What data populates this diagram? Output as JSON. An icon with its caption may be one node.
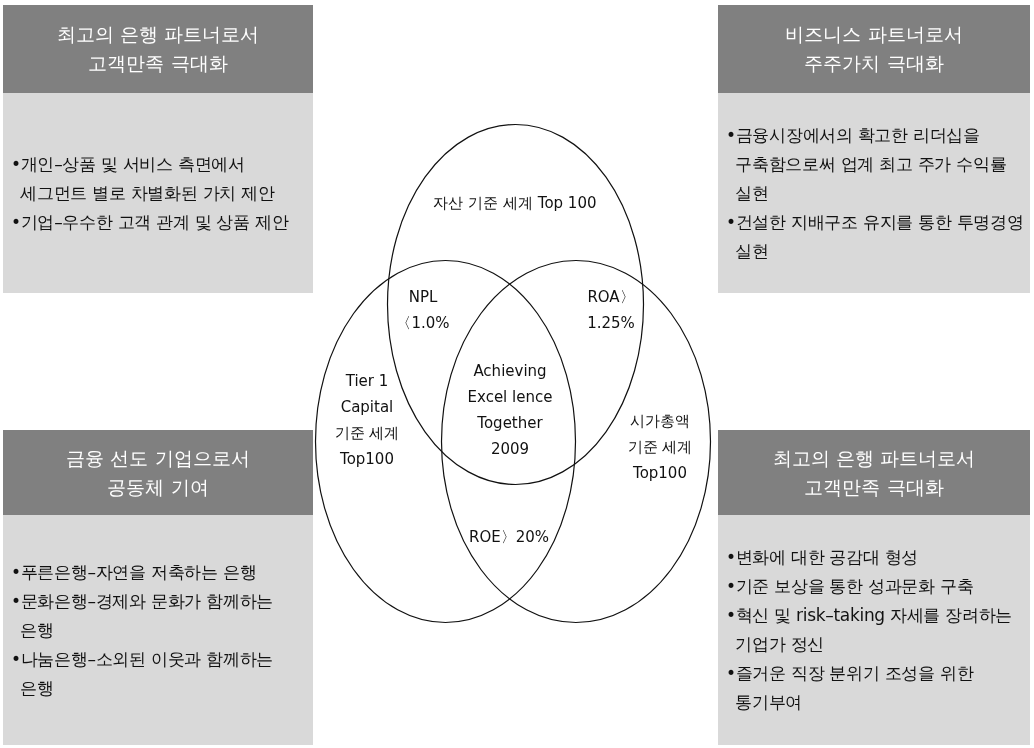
{
  "diagram": {
    "nodes": [
      {
        "text": [
          "최고의 은행 파트너로서 고객만족 극대화",
          "•개인–상품 및 서비스 측면에서 세그먼트 별로 차별화된 가치 제안",
          "•기업–우수한 고객 관계 및 상품 제안"
        ]
      },
      {
        "text": [
          "비즈니스 파트너로서 주주가치 극대화",
          "•금융시장에서의 확고한 리더십을 구축함으로써 업계 최고 주가 수익률 실현",
          "•건설한 지배구조 유지를 통한 투명경영 실현"
        ]
      },
      {
        "text": [
          "자산 기준 세계 Top 100"
        ]
      },
      {
        "text": [
          "Tier 1 Capital 기준 세계 Top100"
        ]
      },
      {
        "text": [
          "시가총액 기준 세계 Top100"
        ]
      },
      {
        "text": [
          "금융 선도 기업으로서 공동체 기여",
          "•푸른은행–자연을 저축하는 은행",
          "•문화은행–경제와 문화가 함께하는 은행",
          "•나눔은행–소외된 이웃과 함께하는 은행"
        ]
      },
      {
        "text": [
          "최고의 은행 파트너로서 고객만족 극대화",
          "•변화에 대한 공감대 형성",
          "•기준 보상을 통한 성과문화 구축",
          "•혁신 및 risk–taking 자세를 장려하는 기업가 정신",
          "•즐거운 직장 분위기 조성을 위한 통기부여"
        ]
      }
    ],
    "labels": [
      "NPL 〈1.0%",
      "ROA〉 1.25%",
      "Achieving Excel lence Together 2009",
      "ROE〉20%"
    ]
  }
}
